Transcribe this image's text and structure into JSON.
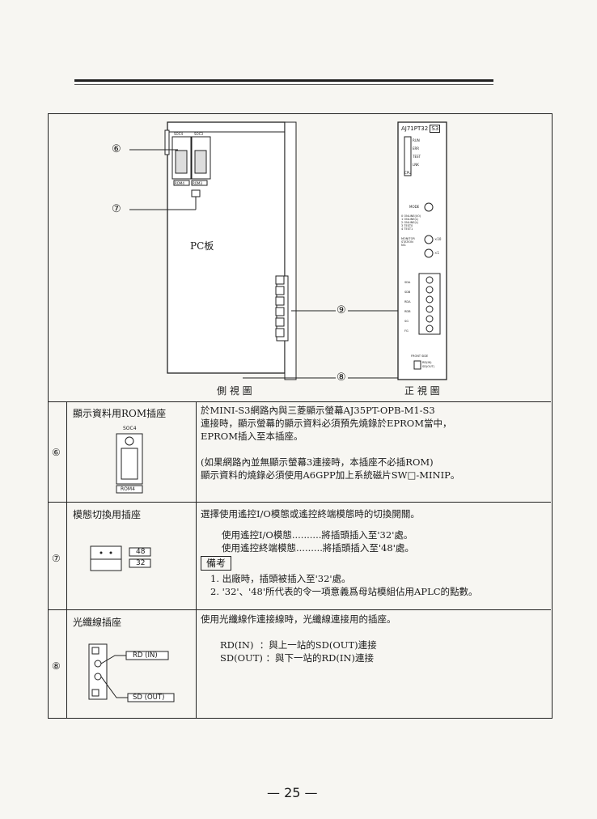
{
  "figure": {
    "callouts": [
      "⑥",
      "⑦",
      "⑨",
      "⑧"
    ],
    "pc_board_label": "PC板",
    "side_view_label": "側 視 圖",
    "front_view_label": "正 視 圖",
    "module_model": "AJ71PT32",
    "module_model_badge": "S3",
    "socket_labels": [
      "SOC4",
      "SOC3"
    ],
    "rom_labels": [
      "ROM4",
      "ROM3"
    ],
    "front_labels": {
      "run": "RUN",
      "err": "ERR",
      "test": "TEST",
      "lnk": "LNK",
      "cpu": "CPU",
      "mode": "MODE",
      "mode_items": [
        "0 ONLINE(I/O)",
        "1 ONLINE(L)",
        "2 ONLINE(L)",
        "3 TEST0",
        "4 TEST1"
      ],
      "monitor": "MONITOR",
      "station": "STATION",
      "no": "NO.",
      "x10": "×10",
      "x1": "×1",
      "terminals": [
        "SDA",
        "SDB",
        "RDA",
        "RDB",
        "SG",
        "FG"
      ],
      "front_side": "FRONT SIDE",
      "bottom": [
        "RD(IN)",
        "SD(OUT)"
      ]
    }
  },
  "rows": [
    {
      "num": "⑥",
      "name": "顯示資料用ROM插座",
      "diagram_top": "SOC4",
      "diagram_bottom": "ROM4",
      "lines": [
        "於MINI-S3網路內與三菱顯示螢幕AJ35PT-OPB-M1-S3",
        "連接時，顯示螢幕的顯示資料必須預先燒錄於EPROM當中，",
        "EPROM插入至本插座。",
        "",
        "(如果網路內並無顯示螢幕3連接時，本插座不必插ROM)",
        "顯示資料的燒錄必須使用A6GPP加上系統磁片SW□-MINIP。"
      ]
    },
    {
      "num": "⑦",
      "name": "模態切換用插座",
      "diagram_labels": [
        "48",
        "32"
      ],
      "intro": "選擇使用遙控I/O模態或遙控終端模態時的切換開關。",
      "options": [
        "使用遙控I/O模態..........將插頭插入至'32'處。",
        "使用遙控終端模態.........將插頭插入至'48'處。"
      ],
      "note_title": "備考",
      "notes": [
        "1. 出廠時，插頭被插入至'32'處。",
        "2. '32'、'48'所代表的令一項意義爲母站模組佔用APLC的點數。"
      ]
    },
    {
      "num": "⑧",
      "name": "光纖線插座",
      "diagram_labels": [
        "RD (IN)",
        "SD (OUT)"
      ],
      "intro": "使用光纖線作連接線時，光纖線連接用的插座。",
      "connections": [
        "RD(IN)  ：與上一站的SD(OUT)連接",
        "SD(OUT) ：與下一站的RD(IN)連接"
      ]
    }
  ],
  "page_number": "— 25 —"
}
